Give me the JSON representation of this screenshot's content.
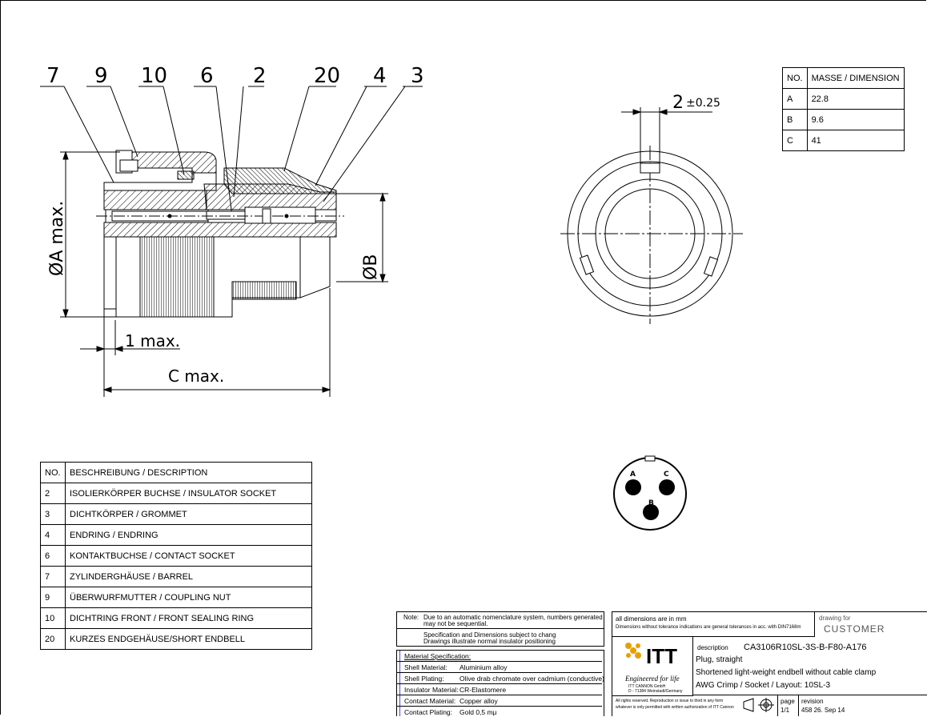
{
  "callouts": [
    "7",
    "9",
    "10",
    "6",
    "2",
    "20",
    "4",
    "3"
  ],
  "dimensions": {
    "a_label": "ØA max.",
    "b_label": "ØB",
    "one_max": "1 max.",
    "c_max": "C max.",
    "key_width": "2",
    "key_tolerance": "±0.25"
  },
  "contacts": [
    "A",
    "C",
    "B"
  ],
  "dims_table": {
    "headers": [
      "NO.",
      "MASSE / DIMENSION"
    ],
    "rows": [
      [
        "A",
        "22.8"
      ],
      [
        "B",
        "9.6"
      ],
      [
        "C",
        "41"
      ]
    ]
  },
  "parts_table": {
    "headers": [
      "NO.",
      "BESCHREIBUNG / DESCRIPTION"
    ],
    "rows": [
      [
        "2",
        "ISOLIERKÖRPER BUCHSE / INSULATOR SOCKET"
      ],
      [
        "3",
        "DICHTKÖRPER / GROMMET"
      ],
      [
        "4",
        "ENDRING / ENDRING"
      ],
      [
        "6",
        "KONTAKTBUCHSE / CONTACT SOCKET"
      ],
      [
        "7",
        "ZYLINDERGHÄUSE / BARREL"
      ],
      [
        "9",
        "ÜBERWURFMUTTER / COUPLING NUT"
      ],
      [
        "10",
        "DICHTRING FRONT / FRONT SEALING RING"
      ],
      [
        "20",
        "KURZES ENDGEHÄUSE/SHORT ENDBELL"
      ]
    ]
  },
  "notes": {
    "label": "Note:",
    "line1": "Due to an automatic nomenclature system, numbers generated",
    "line2": "may not be sequential.",
    "line3": "Specification and Dimensions subject to chang",
    "line4": "Drawings illustrate normal insulator positioning"
  },
  "material": {
    "title": "Material Specification:",
    "rows": [
      [
        "Shell Material:",
        "Aluminium alloy"
      ],
      [
        "Shell Plating:",
        "Olive drab chromate over cadmium (conductive)"
      ],
      [
        "Insulator Material:",
        "CR-Elastomere"
      ],
      [
        "Contact Material:",
        "Copper alloy"
      ],
      [
        "Contact Plating:",
        "Gold 0,5 mμ"
      ]
    ]
  },
  "title_block": {
    "units_line": "all dimensions are in mm",
    "tolerance_line": "Dimensions without tolerance indications are general tolerances in acc. with DIN7168m",
    "drawing_for_label": "drawing for",
    "drawing_for": "CUSTOMER",
    "logo_text": "ITT",
    "tagline": "Engineered for life",
    "company1": "ITT CANNON GmbH",
    "company2": "D - 71384 Weinstadt/Germany",
    "description_label": "description",
    "part_number": "CA3106R10SL-3S-B-F80-A176",
    "desc1": "Plug, straight",
    "desc2": "Shortened light-weight endbell without cable clamp",
    "desc3": "AWG Crimp / Socket / Layout: 10SL-3",
    "rights1": "All rights reserved. Reproduction or issue to third in any form",
    "rights2": "whatever is only permitted with written authorization of ITT Cannon",
    "page_label": "page",
    "page": "1/1",
    "revision_label": "revision",
    "revision": "458 26. Sep 14"
  }
}
